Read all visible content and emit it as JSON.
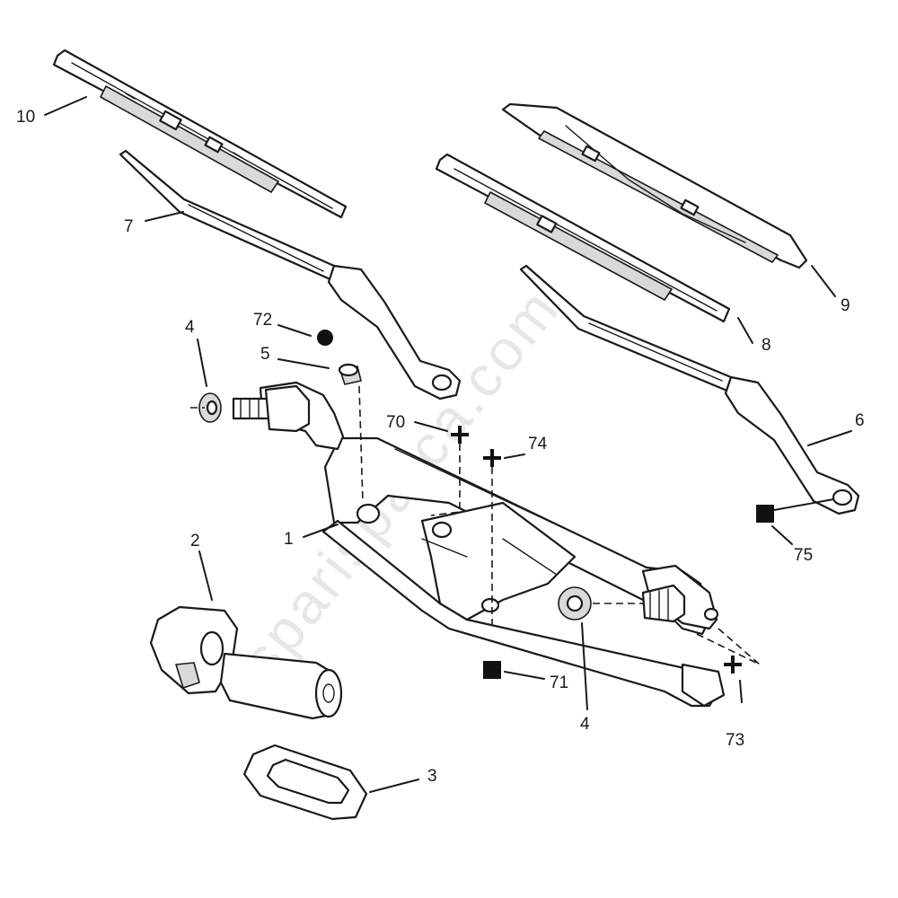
{
  "watermark": "sparisparca.com",
  "callouts": {
    "c1": "1",
    "c2": "2",
    "c3": "3",
    "c4a": "4",
    "c4b": "4",
    "c5": "5",
    "c6": "6",
    "c7": "7",
    "c8": "8",
    "c9": "9",
    "c10": "10",
    "c70": "70",
    "c71": "71",
    "c72": "72",
    "c73": "73",
    "c74": "74",
    "c75": "75"
  },
  "symbols": {
    "s70": "plus-symbol",
    "s71": "square-symbol",
    "s72": "circle-symbol",
    "s73": "plus-symbol",
    "s74": "plus-symbol",
    "s75": "square-symbol"
  }
}
